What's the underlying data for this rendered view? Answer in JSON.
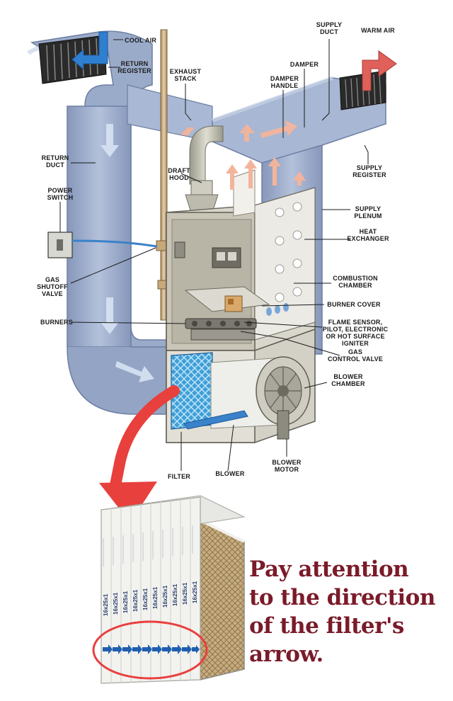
{
  "labels": {
    "cool_air": "COOL AIR",
    "return_register": [
      "RETURN",
      "REGISTER"
    ],
    "exhaust_stack": [
      "EXHAUST",
      "STACK"
    ],
    "supply_duct": [
      "SUPPLY",
      "DUCT"
    ],
    "warm_air": "WARM AIR",
    "damper": "DAMPER",
    "damper_handle": [
      "DAMPER",
      "HANDLE"
    ],
    "return_duct": [
      "RETURN",
      "DUCT"
    ],
    "draft_hood": [
      "DRAFT",
      "HOOD"
    ],
    "supply_register": [
      "SUPPLY",
      "REGISTER"
    ],
    "power_switch": [
      "POWER",
      "SWITCH"
    ],
    "supply_plenum": [
      "SUPPLY",
      "PLENUM"
    ],
    "heat_exchanger": [
      "HEAT",
      "EXCHANGER"
    ],
    "gas_shutoff_valve": [
      "GAS",
      "SHUTOFF",
      "VALVE"
    ],
    "combustion_chamber": [
      "COMBUSTION",
      "CHAMBER"
    ],
    "burner_cover": "BURNER COVER",
    "burners": "BURNERS",
    "flame_sensor": [
      "FLAME SENSOR,",
      "PILOT, ELECTRONIC",
      "OR HOT SURFACE",
      "IGNITER"
    ],
    "gas_control_valve": [
      "GAS",
      "CONTROL VALVE"
    ],
    "blower_chamber": [
      "BLOWER",
      "CHAMBER"
    ],
    "filter": "FILTER",
    "blower": "BLOWER",
    "blower_motor": [
      "BLOWER",
      "MOTOR"
    ]
  },
  "filter_size_label": "16x25x1",
  "callout": {
    "lines": [
      "Pay attention",
      "to the direction",
      "of the filter's",
      "arrow."
    ],
    "color": "#7a1b2a"
  },
  "colors": {
    "duct": "#9fb0cd",
    "duct_dark": "#7d8fb2",
    "cool_arrow": "#2f7fd1",
    "warm_arrow": "#e0605a",
    "highlight_arrow": "#e8403d"
  }
}
